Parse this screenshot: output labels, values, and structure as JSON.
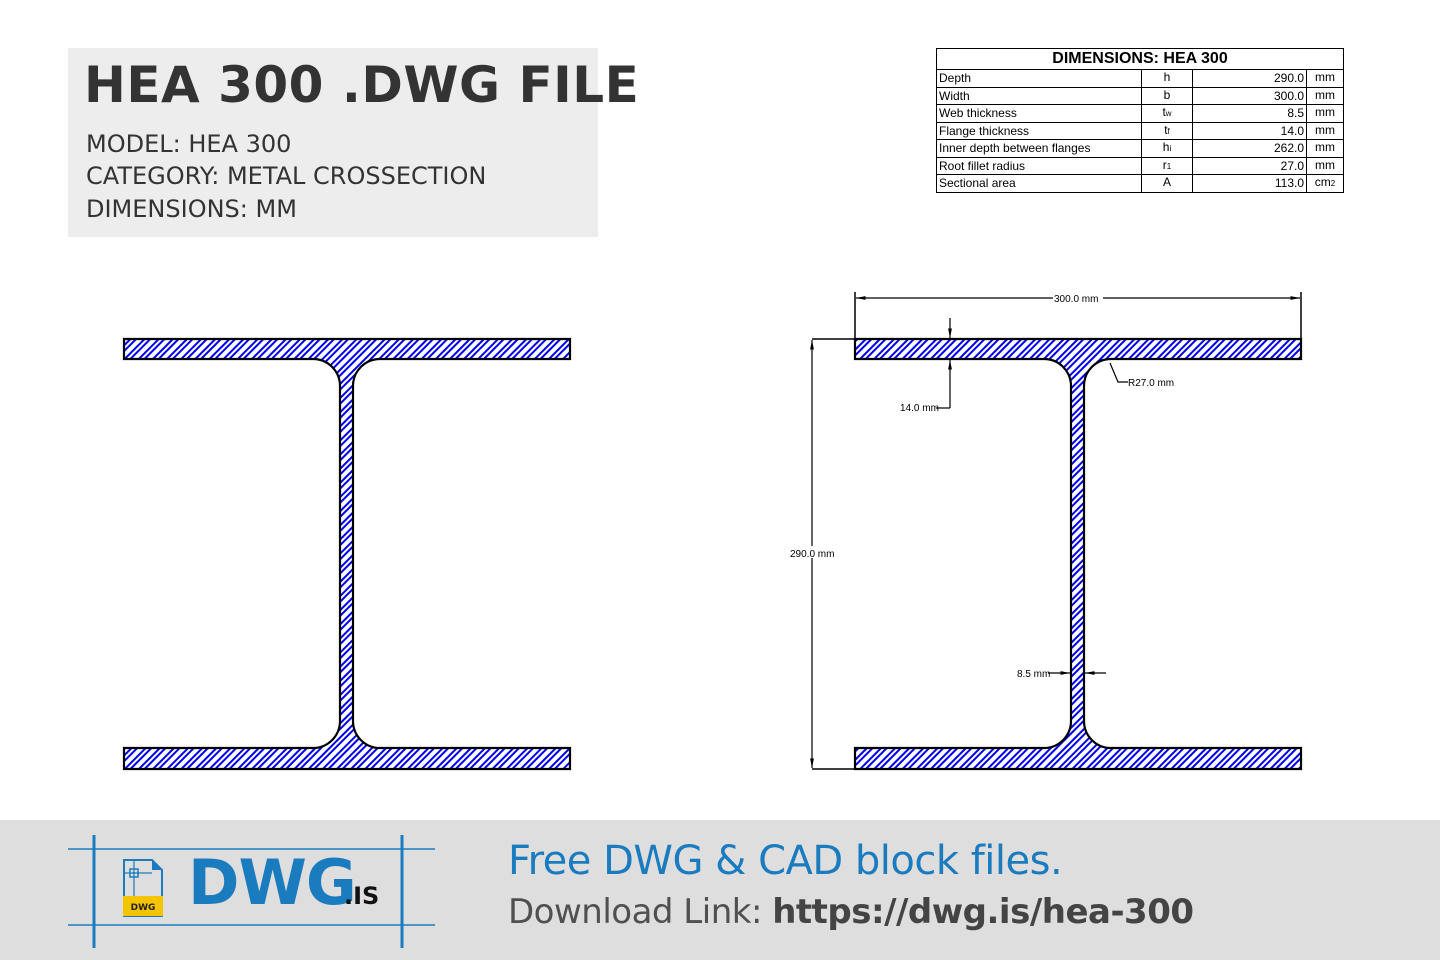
{
  "info": {
    "title": "HEA 300 .DWG FILE",
    "model_line": "MODEL:  HEA 300",
    "category_line": "CATEGORY:  METAL CROSSECTION",
    "dimensions_line": "DIMENSIONS:  MM"
  },
  "table": {
    "title": "DIMENSIONS: HEA 300",
    "rows": [
      {
        "label": "Depth",
        "symbol": "h",
        "symbol_sub": "",
        "value": "290.0",
        "unit": "mm",
        "unit_sub": ""
      },
      {
        "label": "Width",
        "symbol": "b",
        "symbol_sub": "",
        "value": "300.0",
        "unit": "mm",
        "unit_sub": ""
      },
      {
        "label": "Web thickness",
        "symbol": "t",
        "symbol_sub": "w",
        "value": "8.5",
        "unit": "mm",
        "unit_sub": ""
      },
      {
        "label": "Flange thickness",
        "symbol": "t",
        "symbol_sub": "f",
        "value": "14.0",
        "unit": "mm",
        "unit_sub": ""
      },
      {
        "label": "Inner depth between flanges",
        "symbol": "h",
        "symbol_sub": "i",
        "value": "262.0",
        "unit": "mm",
        "unit_sub": ""
      },
      {
        "label": "Root fillet radius",
        "symbol": "r",
        "symbol_sub": "1",
        "value": "27.0",
        "unit": "mm",
        "unit_sub": ""
      },
      {
        "label": "Sectional area",
        "symbol": "A",
        "symbol_sub": "",
        "value": "113.0",
        "unit": "cm",
        "unit_sub": "2"
      }
    ]
  },
  "drawing": {
    "hatch_color": "#0000ee",
    "outline_color": "#000000",
    "annotations": {
      "width": "300.0 mm",
      "depth": "290.0 mm",
      "flange_thickness": "14.0 mm",
      "fillet_radius": "R27.0 mm",
      "web_thickness": "8.5 mm"
    }
  },
  "footer": {
    "logo_main": "DWG",
    "logo_tld": ".IS",
    "logo_icon_badge": "DWG",
    "tagline": "Free DWG & CAD block files.",
    "download_prefix": "Download Link: ",
    "download_url": "https://dwg.is/hea-300",
    "brand_color": "#1a7bbf",
    "badge_color": "#f5c400"
  }
}
